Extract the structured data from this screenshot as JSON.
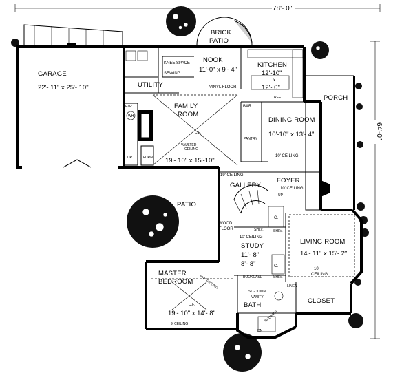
{
  "overall": {
    "width": "78'- 0\"",
    "depth": "64'-0\""
  },
  "rooms": {
    "garage": {
      "name": "GARAGE",
      "size": "22'- 11\" x 25'- 10\""
    },
    "brick_patio": {
      "line1": "BRICK",
      "line2": "PATIO"
    },
    "nook": {
      "name": "NOOK",
      "size": "11'-0\" x 9'- 4\""
    },
    "knee_space": "KNEE SPACE",
    "sewing": "SEWING",
    "kitchen": {
      "name": "KITCHEN",
      "size_a": "12'-10\"",
      "size_x": "x",
      "size_b": "12'- 0\""
    },
    "utility": "UTILITY",
    "vinyl_floor": "VINYL FLOOR",
    "porch": "PORCH",
    "family_room": {
      "line1": "FAMILY",
      "line2": "ROOM",
      "size": "19'- 10\" x 15'-10\"",
      "ceiling_a": "VAULTED",
      "ceiling_b": "CEILING",
      "cf": "C.F."
    },
    "bar": "BAR",
    "ref": "REF",
    "dining_room": {
      "name": "DINING ROOM",
      "size": "10'-10\" x 13'- 4\"",
      "ceiling": "10' CEILING"
    },
    "pantry": "PANTRY",
    "fzr": "FZR.",
    "wh": "WH",
    "furn": "FURN.",
    "up": "UP",
    "gallery": {
      "name": "GALLERY",
      "ceiling": "19' CEILING"
    },
    "foyer": {
      "name": "FOYER",
      "ceiling": "10' CEILING"
    },
    "patio": "PATIO",
    "wood_floor": {
      "line1": "WOOD",
      "line2": "FLOOR"
    },
    "c1": "C.",
    "c2": "C.",
    "shlv1": "SHLV.",
    "shlv2": "SHLV.",
    "shlv3": "SHLV.",
    "study": {
      "ceiling": "10' CEILING",
      "name": "STUDY",
      "size_a": "11'- 8\"",
      "size_b": "8'- 8\""
    },
    "living_room": {
      "name": "LIVING ROOM",
      "size": "14'- 11\" x 15'- 2\"",
      "ceiling_a": "10'",
      "ceiling_b": "CEILING"
    },
    "bookcase": "BOOKCASE",
    "master_bedroom": {
      "line1": "MASTER",
      "line2": "BEDROOM",
      "ceiling": "9'-6\" CEILING",
      "cf": "C.F.",
      "size": "19'- 10\" x 14'- 8\"",
      "ceiling_bottom": "9' CEILING"
    },
    "sitdown_vanity": {
      "line1": "SIT-DOWN",
      "line2": "VANITY"
    },
    "linen": "LINEN",
    "bath": "BATH",
    "closet": "CLOSET",
    "shower": "SHOWER",
    "dn": "DN"
  }
}
